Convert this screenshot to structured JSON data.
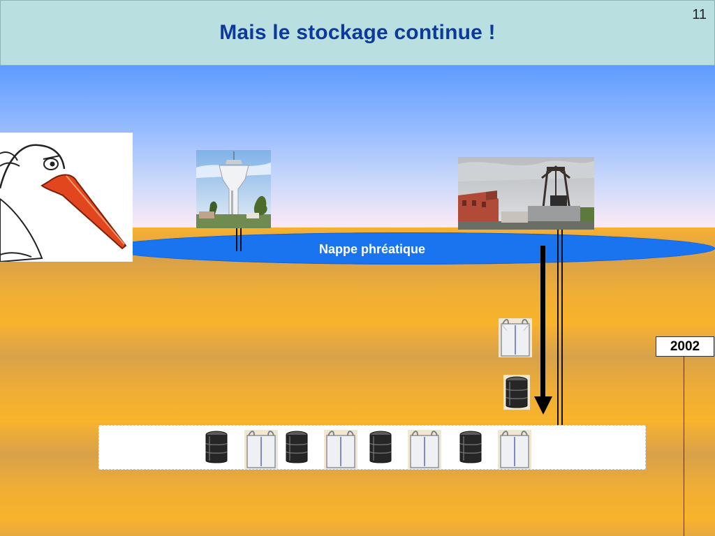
{
  "slide": {
    "title": "Mais le stockage continue !",
    "number": "11"
  },
  "diagram": {
    "aquifer_label": "Nappe phréatique",
    "year_label": "2002",
    "storage_items": [
      "barrel",
      "bag",
      "barrel",
      "bag",
      "barrel",
      "bag",
      "barrel",
      "bag"
    ],
    "falling_items": [
      "bag",
      "barrel"
    ]
  },
  "colors": {
    "title": "#0b3a9a",
    "header_bg": "#b9dfe0",
    "aquifer": "#1a73ef",
    "ground": "#f6b131"
  },
  "images": {
    "bird": "stork-head-illustration",
    "water_tower": "water-tower-photo",
    "mine": "mine-headframe-photo"
  }
}
